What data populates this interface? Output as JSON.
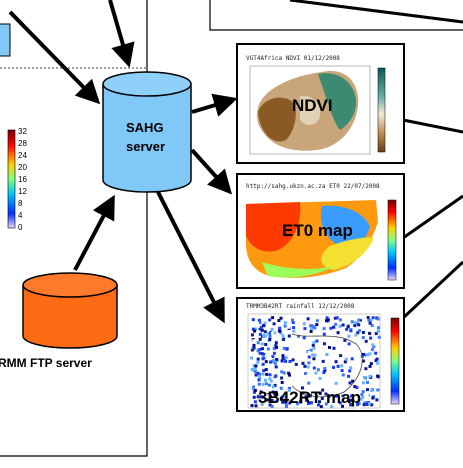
{
  "nodes": {
    "sahg_server": {
      "label_line1": "SAHG",
      "label_line2": "server",
      "color": "#7fc8f8"
    },
    "trmm_ftp_server": {
      "label": "RMM FTP server",
      "color": "#ff6a14"
    }
  },
  "products": [
    {
      "id": "ndvi",
      "title": "VGT4Africa NDVI 01/12/2008",
      "label": "NDVI"
    },
    {
      "id": "et0",
      "title": "http://sahg.ukzn.ac.za ET0 22/07/2008",
      "label": "ET0 map"
    },
    {
      "id": "trmm",
      "title": "TRMM3B42RT rainfall 12/12/2008",
      "label": "3B42RT map"
    }
  ],
  "legend": {
    "ticks": [
      "32",
      "28",
      "24",
      "20",
      "16",
      "12",
      "8",
      "4",
      "0"
    ]
  },
  "colors": {
    "arrow": "#000000",
    "cylinder_stroke": "#000000",
    "frame": "#000000"
  }
}
